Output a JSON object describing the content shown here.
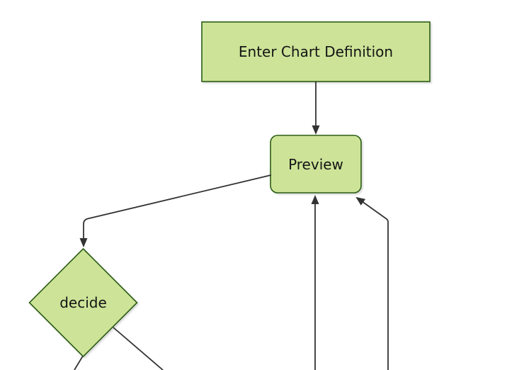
{
  "diagram": {
    "type": "flowchart",
    "direction": "top-down",
    "nodes": [
      {
        "id": "A",
        "label": "Enter Chart Definition",
        "shape": "rectangle"
      },
      {
        "id": "B",
        "label": "Preview",
        "shape": "rounded-rectangle"
      },
      {
        "id": "C",
        "label": "decide",
        "shape": "diamond"
      }
    ],
    "edges": [
      {
        "from": "Enter Chart Definition",
        "to": "Preview",
        "arrowhead": true
      },
      {
        "from": "Preview",
        "to": "decide",
        "arrowhead": true
      },
      {
        "from": "offscreen-bottom",
        "to": "Preview",
        "arrowhead": true
      },
      {
        "from": "offscreen-bottom-right",
        "to": "Preview",
        "arrowhead": true
      },
      {
        "from": "decide",
        "to": "offscreen-bottom-left",
        "arrowhead": false
      },
      {
        "from": "decide",
        "to": "offscreen-bottom-right",
        "arrowhead": false
      }
    ],
    "theme": {
      "node_fill": "#cde498",
      "node_border": "#2b5d14",
      "edge_color": "#333333",
      "text_color": "#141414",
      "background": "#ffffff"
    }
  }
}
